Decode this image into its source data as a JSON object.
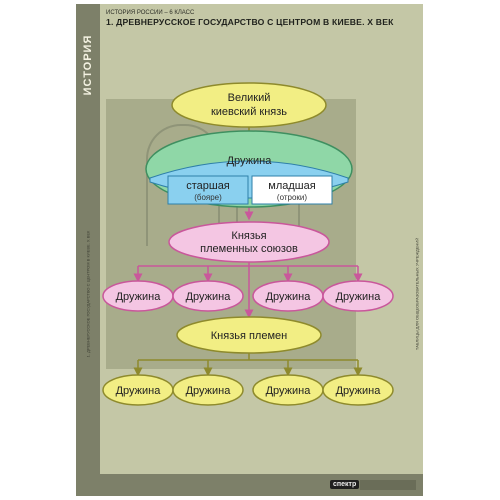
{
  "poster": {
    "side_title": "ИСТОРИЯ",
    "side_subtitle": "учебное пособие",
    "series": "ИСТОРИЯ РОССИИ – 6 КЛАСС",
    "title": "1. ДРЕВНЕРУССКОЕ ГОСУДАРСТВО С ЦЕНТРОМ В КИЕВЕ. X ВЕК",
    "side_caption_left": "1. ДРЕВНЕРУССКОЕ ГОСУДАРСТВО С ЦЕНТРОМ В КИЕВЕ. X ВЕК",
    "side_caption_right": "ТАБЛИЦЫ ДЛЯ ОБЩЕОБРАЗОВАТЕЛЬНЫХ УЧРЕЖДЕНИЙ",
    "logo": "спектр"
  },
  "diagram": {
    "grand_prince_line1": "Великий",
    "grand_prince_line2": "киевский князь",
    "druzhina": "Дружина",
    "senior_line1": "старшая",
    "senior_line2": "(бояре)",
    "junior_line1": "младшая",
    "junior_line2": "(отроки)",
    "union_princes_line1": "Князья",
    "union_princes_line2": "племенных союзов",
    "druzhina_row1": [
      "Дружина",
      "Дружина",
      "Дружина",
      "Дружина"
    ],
    "tribal_princes": "Князья племен",
    "druzhina_row2": [
      "Дружина",
      "Дружина",
      "Дружина",
      "Дружина"
    ]
  },
  "colors": {
    "yellow": "#f2ee84",
    "green": "#8fd7a7",
    "blue": "#8ad0ef",
    "pink": "#f4c6e3",
    "arrow_pink": "#c9579b",
    "arrow_olive": "#8e8a2c"
  }
}
